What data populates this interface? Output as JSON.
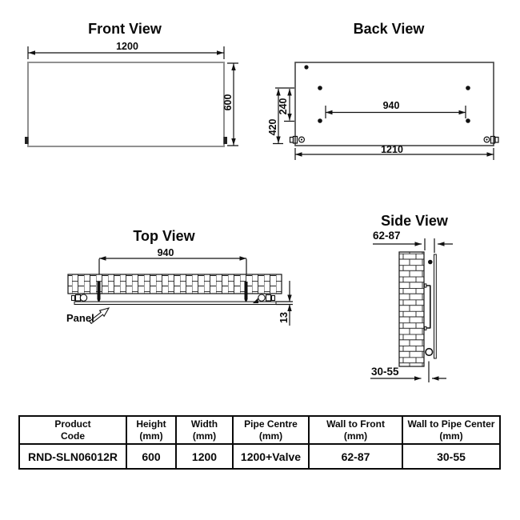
{
  "views": {
    "front": {
      "title": "Front View",
      "dims": {
        "width": "1200",
        "height": "600"
      }
    },
    "back": {
      "title": "Back View",
      "dims": {
        "bracket_span": "940",
        "total_width": "1210",
        "upper_bracket": "420",
        "bracket_spacing": "240"
      }
    },
    "top": {
      "title": "Top View",
      "dims": {
        "bracket_span": "940",
        "panel_thickness": "13"
      },
      "panel_label": "Panel"
    },
    "side": {
      "title": "Side View",
      "dims": {
        "wall_to_front": "62-87",
        "wall_to_pipe": "30-55"
      }
    }
  },
  "table": {
    "headers": [
      [
        "Product",
        "Code"
      ],
      [
        "Height",
        "(mm)"
      ],
      [
        "Width",
        "(mm)"
      ],
      [
        "Pipe Centre",
        "(mm)"
      ],
      [
        "Wall to Front",
        "(mm)"
      ],
      [
        "Wall to Pipe Center",
        "(mm)"
      ]
    ],
    "row": [
      "RND-SLN06012R",
      "600",
      "1200",
      "1200+Valve",
      "62-87",
      "30-55"
    ]
  },
  "colors": {
    "line": "#111111",
    "front_outline": "#909090",
    "background": "#ffffff"
  }
}
